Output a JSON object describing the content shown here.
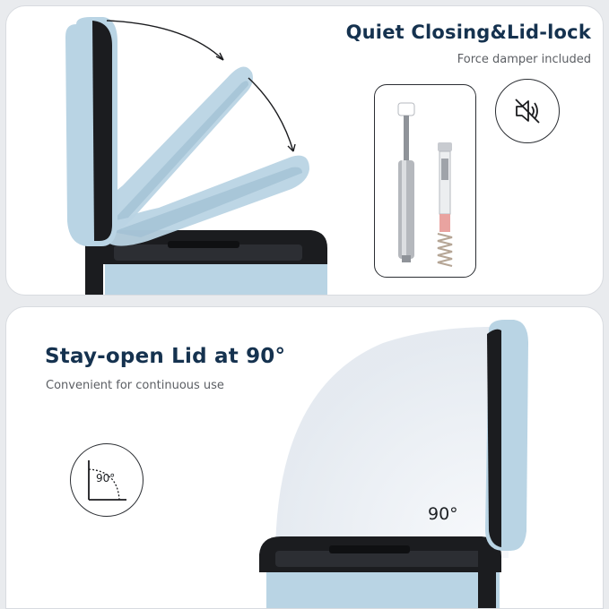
{
  "top_section": {
    "title": "Quiet Closing&Lid-lock",
    "subtitle": "Force damper included",
    "icons": [
      "mute-icon",
      "damper-piston-icon",
      "damper-spring-icon"
    ]
  },
  "bottom_section": {
    "title": "Stay-open Lid at 90°",
    "subtitle": "Convenient for continuous use",
    "angle_label": "90°",
    "badge_label": "90°",
    "icons": [
      "right-angle-icon"
    ]
  },
  "colors": {
    "lid": "#b9d4e4",
    "lid_shade": "#9fbfd3",
    "inner": "#1b1c1f",
    "title": "#15324f",
    "background": "#ffffff"
  }
}
